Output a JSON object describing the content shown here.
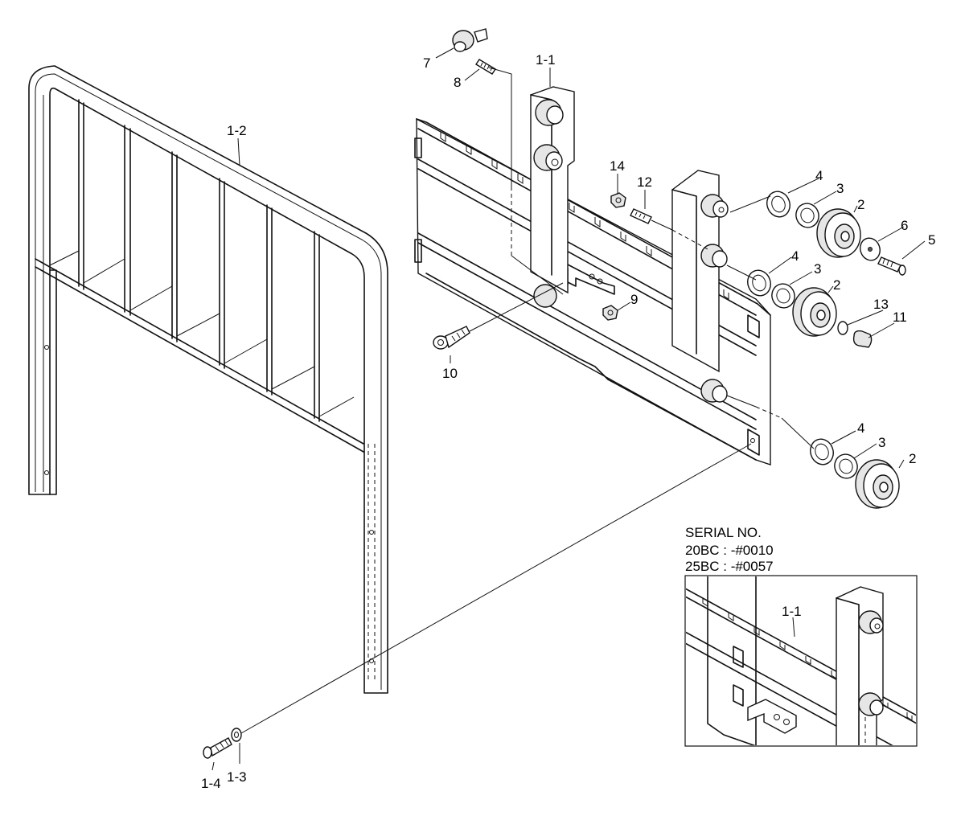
{
  "callouts": {
    "c1_2": "1-2",
    "c1_1": "1-1",
    "c7": "7",
    "c8": "8",
    "c14": "14",
    "c12": "12",
    "c4a": "4",
    "c3a": "3",
    "c2a": "2",
    "c6": "6",
    "c5": "5",
    "c4b": "4",
    "c3b": "3",
    "c2b": "2",
    "c13": "13",
    "c11": "11",
    "c9": "9",
    "c10": "10",
    "c4c": "4",
    "c3c": "3",
    "c2c": "2",
    "c1_4": "1-4",
    "c1_3": "1-3",
    "inset_1_1": "1-1"
  },
  "serial_note": {
    "line1": "SERIAL NO.",
    "line2": "20BC : -#0010",
    "line3": "25BC : -#0057"
  }
}
